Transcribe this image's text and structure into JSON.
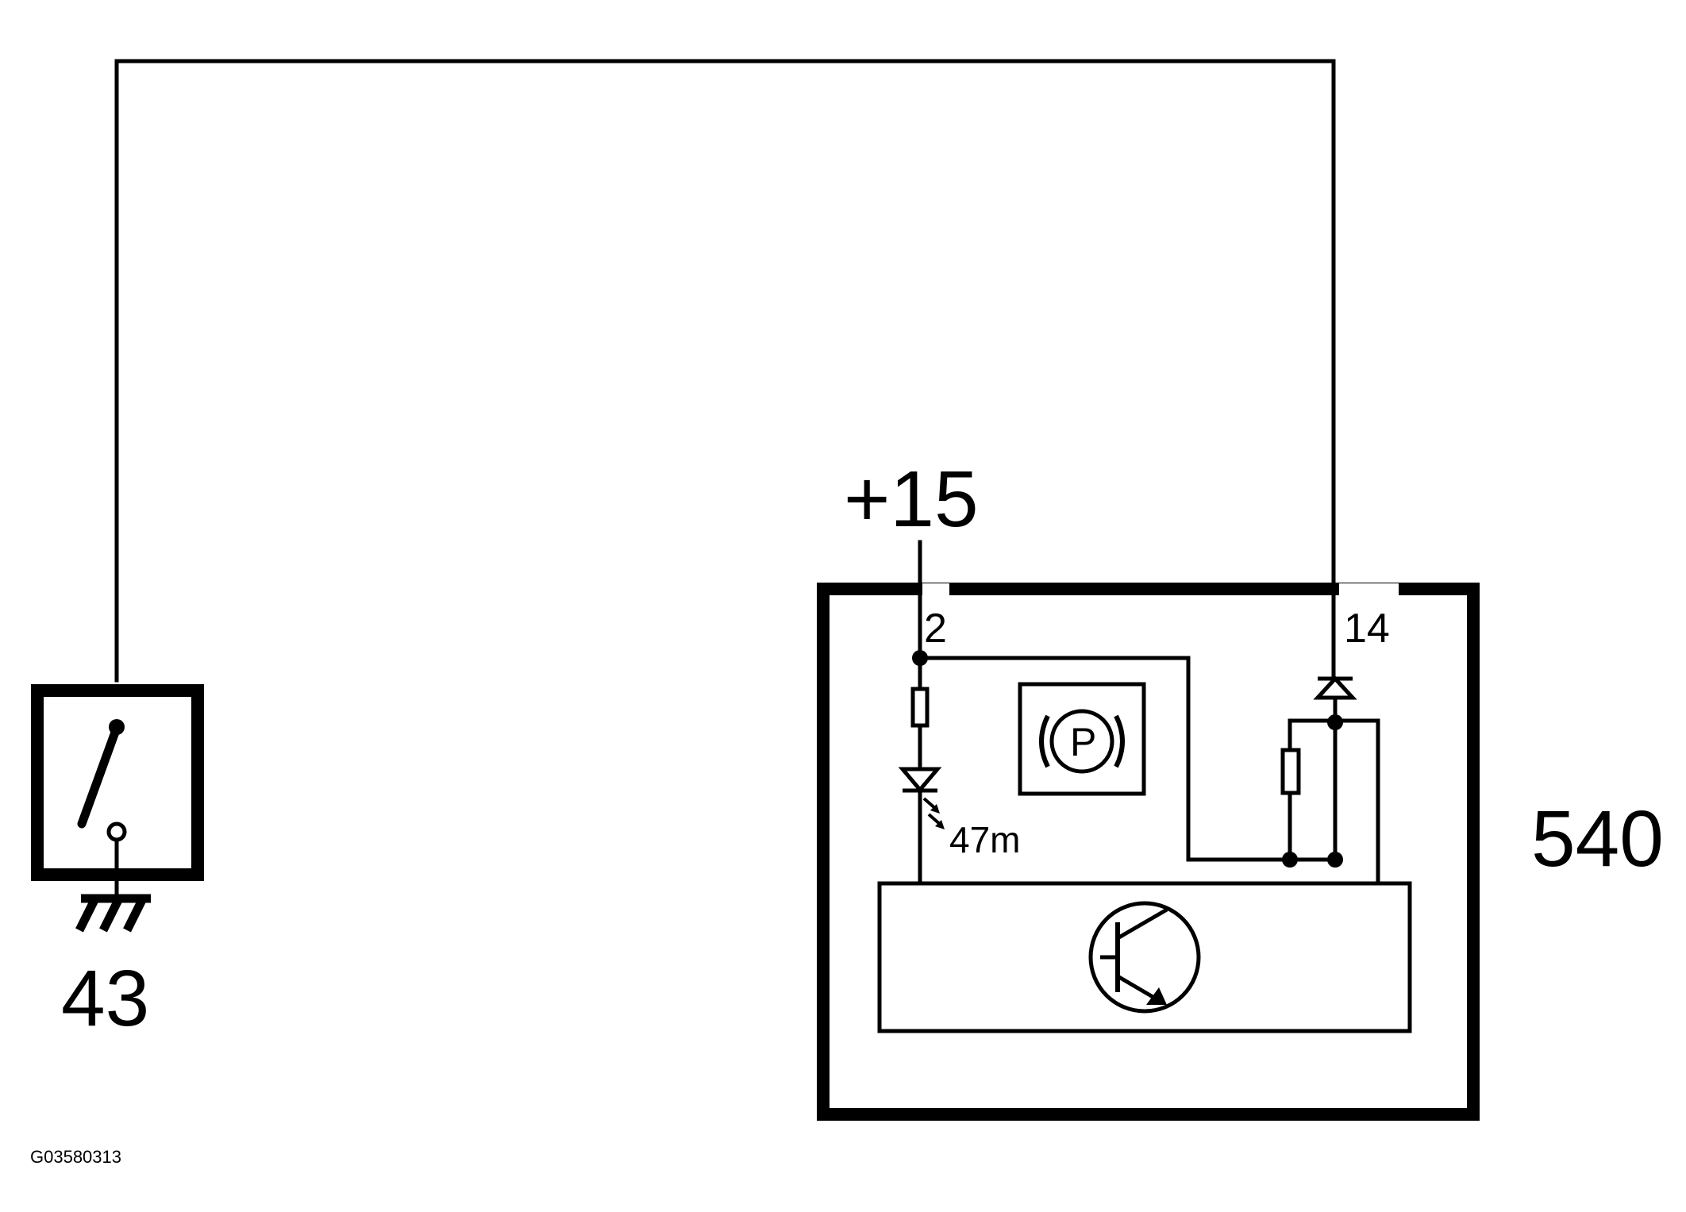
{
  "components": {
    "switch_id": "43",
    "module_id": "540",
    "supply": "+15"
  },
  "pins": {
    "pin_left": "2",
    "pin_right": "14"
  },
  "led_label": "47m",
  "symbol_letter": "P",
  "figure_ref": "G03580313"
}
